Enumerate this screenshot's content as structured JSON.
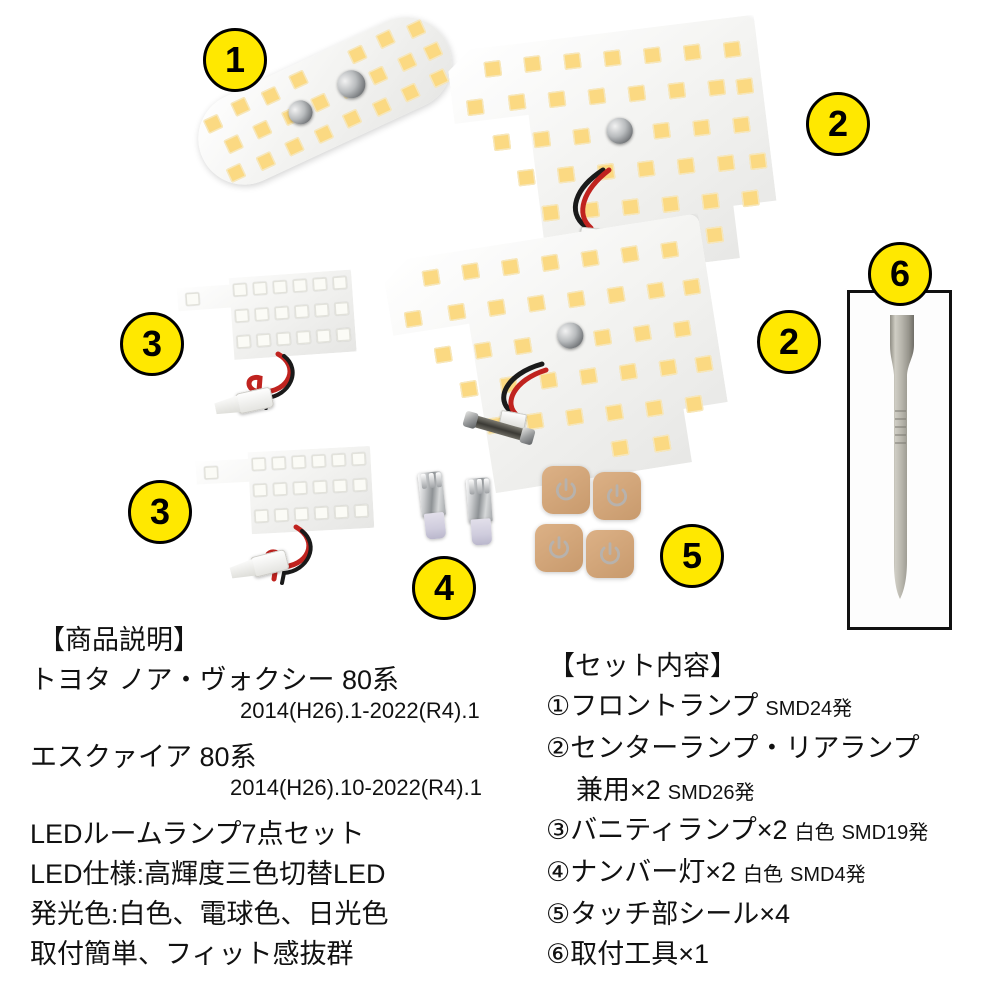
{
  "background_color": "#ffffff",
  "badge_color": "#ffe800",
  "badge_border_color": "#000000",
  "callouts": [
    {
      "number": "1",
      "name": "front-lamp"
    },
    {
      "number": "2",
      "name": "center-rear-lamp-upper"
    },
    {
      "number": "2",
      "name": "center-rear-lamp-lower"
    },
    {
      "number": "3",
      "name": "vanity-lamp-upper"
    },
    {
      "number": "3",
      "name": "vanity-lamp-lower"
    },
    {
      "number": "4",
      "name": "license-plate-bulbs"
    },
    {
      "number": "5",
      "name": "touch-stickers"
    },
    {
      "number": "6",
      "name": "install-tool"
    }
  ],
  "description": {
    "heading": "【商品説明】",
    "lines": [
      "トヨタ ノア・ヴォクシー 80系",
      "エスクァイア 80系",
      "LEDルームランプ7点セット",
      "LED仕様:高輝度三色切替LED",
      "発光色:白色、電球色、日光色",
      "取付簡単、フィット感抜群"
    ],
    "date_noah": "2014(H26).1-2022(R4).1",
    "date_esquire": "2014(H26).10-2022(R4).1"
  },
  "set_contents": {
    "heading": "【セット内容】",
    "items": [
      {
        "marker": "①",
        "label": "フロントランプ",
        "spec": "SMD24発"
      },
      {
        "marker": "②",
        "label": "センターランプ・リアランプ",
        "label2": "兼用×2",
        "spec": "SMD26発"
      },
      {
        "marker": "③",
        "label": "バニティランプ×2",
        "color": "白色",
        "spec": "SMD19発"
      },
      {
        "marker": "④",
        "label": "ナンバー灯×2",
        "color": "白色",
        "spec": "SMD4発"
      },
      {
        "marker": "⑤",
        "label": "タッチ部シール×4",
        "color": "",
        "spec": ""
      },
      {
        "marker": "⑥",
        "label": "取付工具×1",
        "color": "",
        "spec": ""
      }
    ]
  },
  "parts": {
    "front_lamp": {
      "led_color": "#fbd982",
      "shape": "oval",
      "posts": 2
    },
    "center_rear_lamp": {
      "led_color": "#fbd982",
      "shape": "notched-rectangle",
      "count": 2
    },
    "vanity_lamp": {
      "led_color": "#fbfbf6",
      "shape": "stepped-rectangle",
      "count": 2
    },
    "license_bulb": {
      "count": 2,
      "type": "T10-wedge"
    },
    "touch_sticker": {
      "count": 4,
      "color": "#c89a6d",
      "icon": "power-symbol"
    },
    "install_tool": {
      "count": 1,
      "type": "pry-tool"
    }
  }
}
